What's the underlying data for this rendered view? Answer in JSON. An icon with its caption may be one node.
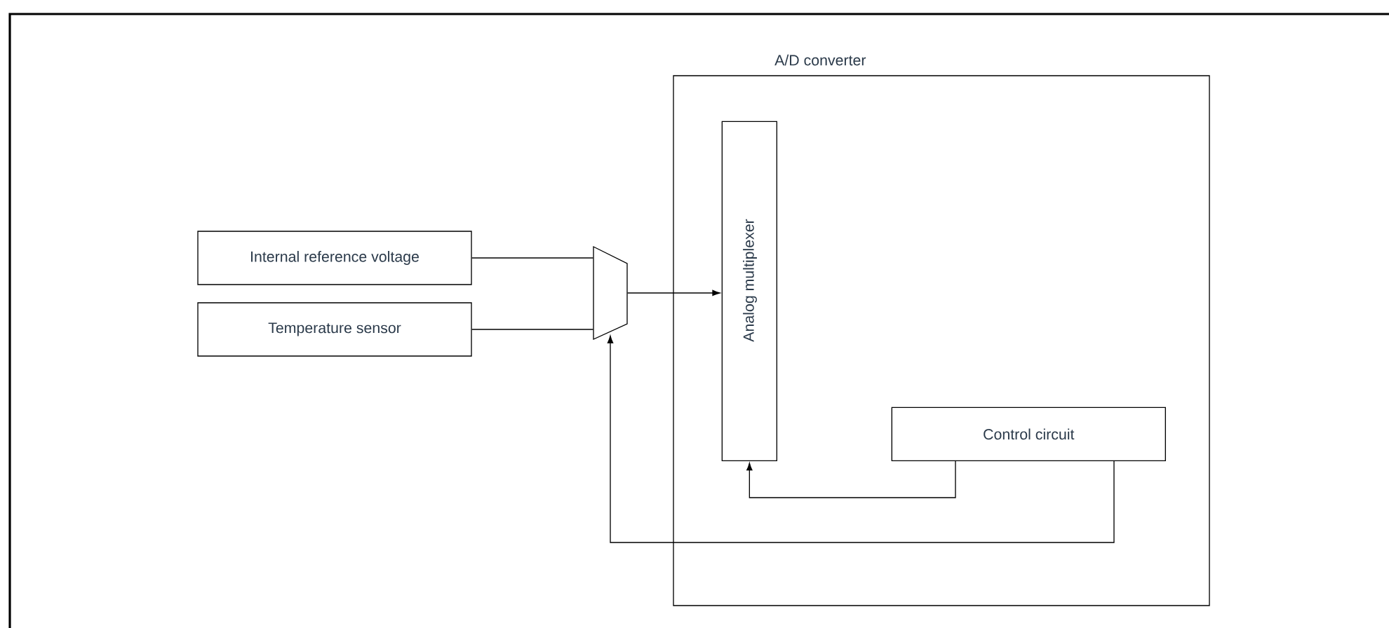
{
  "diagram": {
    "nodes": [
      {
        "text": [
          "A/D converter"
        ]
      },
      {
        "text": [
          "Analog multiplexer"
        ],
        "in": 0
      },
      {
        "text": [
          "Control circuit"
        ],
        "in": 0
      },
      {
        "text": [
          "Internal reference voltage"
        ]
      },
      {
        "text": [
          "Temperature sensor"
        ]
      },
      {
        "text": [],
        "shape": "trapezoid"
      }
    ],
    "edges": [
      {
        "from": 3,
        "to": 5,
        "arrow": "none"
      },
      {
        "from": 4,
        "to": 5,
        "arrow": "none"
      },
      {
        "from": 5,
        "to": 1,
        "arrow": "to"
      },
      {
        "from": 2,
        "to": 1,
        "arrow": "to"
      },
      {
        "from": 2,
        "to": 5,
        "arrow": "to"
      }
    ]
  }
}
